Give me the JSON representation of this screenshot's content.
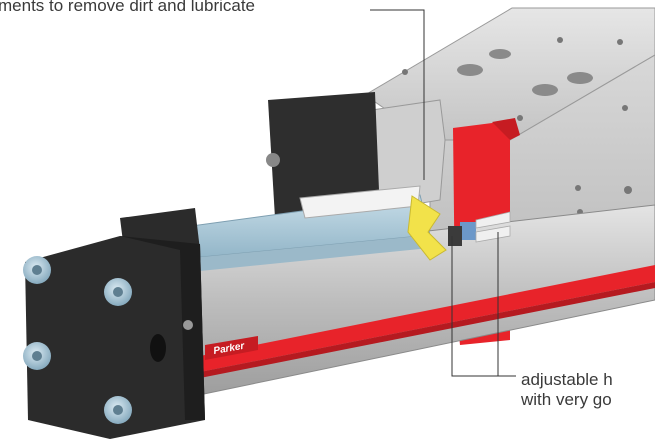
{
  "annotations": {
    "top": "ments to remove dirt and lubricate",
    "bottom_right_line1": "adjustable h",
    "bottom_right_line2": "with  very go"
  },
  "product": {
    "brand_label": "Parker"
  },
  "colors": {
    "housing_gray": "#c9c9c9",
    "end_cap_black": "#2b2b2b",
    "accent_red": "#e8232a",
    "rail_blue": "#a9c9d9",
    "wiper_yellow": "#f2e24a",
    "screw_blue": "#a8c8dc"
  }
}
